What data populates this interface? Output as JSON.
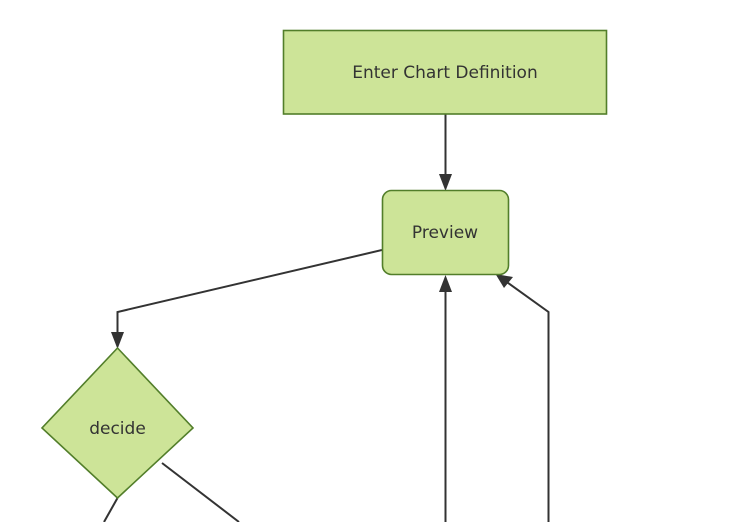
{
  "diagram": {
    "type": "flowchart",
    "direction": "top-down",
    "background_color": "#ffffff",
    "node_fill_color": "#cde498",
    "node_stroke_color": "#527e2a",
    "edge_color": "#333333",
    "text_color": "#333333"
  },
  "nodes": [
    {
      "id": "enter-chart-definition",
      "label": "Enter Chart Definition",
      "shape": "rectangle"
    },
    {
      "id": "preview",
      "label": "Preview",
      "shape": "rounded-rectangle"
    },
    {
      "id": "decide",
      "label": "decide",
      "shape": "diamond"
    }
  ],
  "edges": [
    {
      "id": "edge-enter-to-preview",
      "from": "enter-chart-definition",
      "to": "preview",
      "label": ""
    },
    {
      "id": "edge-preview-to-decide",
      "from": "preview",
      "to": "decide",
      "label": ""
    },
    {
      "id": "edge-bottom-center-to-preview",
      "from": "",
      "to": "preview",
      "label": ""
    },
    {
      "id": "edge-bottom-right-to-preview",
      "from": "",
      "to": "preview",
      "label": ""
    },
    {
      "id": "edge-decide-bottom-left",
      "from": "decide",
      "to": "",
      "label": ""
    },
    {
      "id": "edge-decide-bottom-right",
      "from": "decide",
      "to": "",
      "label": ""
    }
  ]
}
